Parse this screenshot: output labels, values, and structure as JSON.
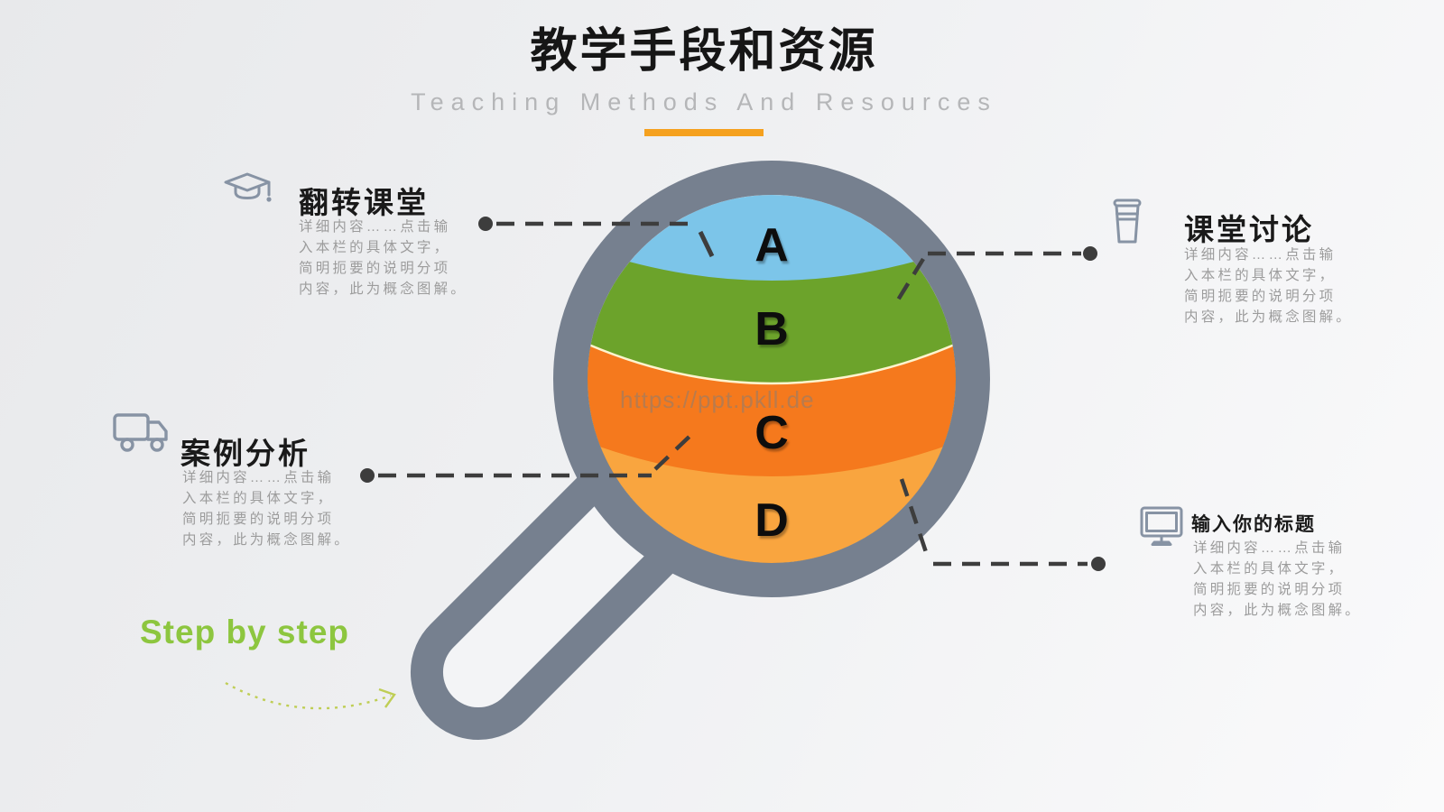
{
  "header": {
    "title_zh": "教学手段和资源",
    "title_en": "Teaching Methods And Resources"
  },
  "watermark": "https://ppt.pkll.de",
  "step_label": "Step by step",
  "callouts": [
    {
      "id": "flipped-classroom",
      "icon": "graduation-cap-icon",
      "title": "翻转课堂",
      "body_lines": [
        "详细内容……点击输",
        "入本栏的具体文字，",
        "简明扼要的说明分项",
        "内容，此为概念图解。"
      ]
    },
    {
      "id": "class-discussion",
      "icon": "cup-icon",
      "title": "课堂讨论",
      "body_lines": [
        "详细内容……点击输",
        "入本栏的具体文字，",
        "简明扼要的说明分项",
        "内容，此为概念图解。"
      ]
    },
    {
      "id": "case-analysis",
      "icon": "truck-icon",
      "title": "案例分析",
      "body_lines": [
        "详细内容……点击输",
        "入本栏的具体文字，",
        "简明扼要的说明分项",
        "内容，此为概念图解。"
      ]
    },
    {
      "id": "your-title",
      "icon": "monitor-icon",
      "title": "输入你的标题",
      "body_lines": [
        "详细内容……点击输",
        "入本栏的具体文字，",
        "简明扼要的说明分项",
        "内容，此为概念图解。"
      ]
    }
  ],
  "lens": {
    "labels": [
      "A",
      "B",
      "C",
      "D"
    ]
  },
  "colors": {
    "accent_orange": "#f5a11f",
    "band_blue": "#7cc5e9",
    "band_green": "#6ca32b",
    "band_orange": "#f5791d",
    "band_amber": "#f9a53f",
    "ring_gray": "#76808f",
    "icon_gray": "#8793a4",
    "step_green": "#8dc63f",
    "connector_dark": "#3d3d3d",
    "arrow_green": "#bfce55"
  }
}
